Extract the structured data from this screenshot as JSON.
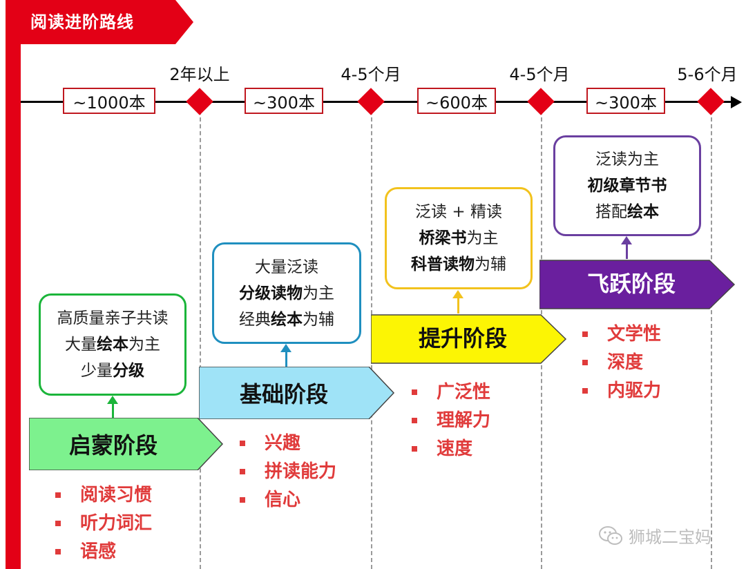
{
  "title": "阅读进阶路线",
  "timeline": {
    "durations": [
      "2年以上",
      "4-5个月",
      "4-5个月",
      "5-6个月"
    ],
    "counts": [
      "~1000本",
      "~300本",
      "~600本",
      "~300本"
    ]
  },
  "stages": [
    {
      "name": "启蒙阶段",
      "color": "#7df18e",
      "border_color": "#1bb53a",
      "box_lines": [
        [
          {
            "t": "高质量亲子共读",
            "b": false
          }
        ],
        [
          {
            "t": "大量",
            "b": false
          },
          {
            "t": "绘本",
            "b": true
          },
          {
            "t": "为主",
            "b": false
          }
        ],
        [
          {
            "t": "少量",
            "b": false
          },
          {
            "t": "分级",
            "b": true
          }
        ]
      ],
      "bullets": [
        "阅读习惯",
        "听力词汇",
        "语感"
      ]
    },
    {
      "name": "基础阶段",
      "color": "#9fe3f7",
      "border_color": "#1f8fbf",
      "box_lines": [
        [
          {
            "t": "大量泛读",
            "b": false
          }
        ],
        [
          {
            "t": "分级读物",
            "b": true
          },
          {
            "t": "为主",
            "b": false
          }
        ],
        [
          {
            "t": "经典",
            "b": false
          },
          {
            "t": "绘本",
            "b": true
          },
          {
            "t": "为辅",
            "b": false
          }
        ]
      ],
      "bullets": [
        "兴趣",
        "拼读能力",
        "信心"
      ]
    },
    {
      "name": "提升阶段",
      "color": "#fcf504",
      "border_color": "#f2c21d",
      "box_lines": [
        [
          {
            "t": "泛读 + 精读",
            "b": false
          }
        ],
        [
          {
            "t": "桥梁书",
            "b": true
          },
          {
            "t": "为主",
            "b": false
          }
        ],
        [
          {
            "t": "科普读物",
            "b": true
          },
          {
            "t": "为辅",
            "b": false
          }
        ]
      ],
      "bullets": [
        "广泛性",
        "理解力",
        "速度"
      ]
    },
    {
      "name": "飞跃阶段",
      "color": "#6a1f9e",
      "border_color": "#6a3fa0",
      "text_color": "#ffffff",
      "box_lines": [
        [
          {
            "t": "泛读为主",
            "b": false
          }
        ],
        [
          {
            "t": "初级章节书",
            "b": true
          }
        ],
        [
          {
            "t": "搭配",
            "b": false
          },
          {
            "t": "绘本",
            "b": true
          }
        ]
      ],
      "bullets": [
        "文学性",
        "深度",
        "内驱力"
      ]
    }
  ],
  "watermark": "狮城二宝妈",
  "accent_red": "#e30016",
  "icon": "wechat-icon"
}
